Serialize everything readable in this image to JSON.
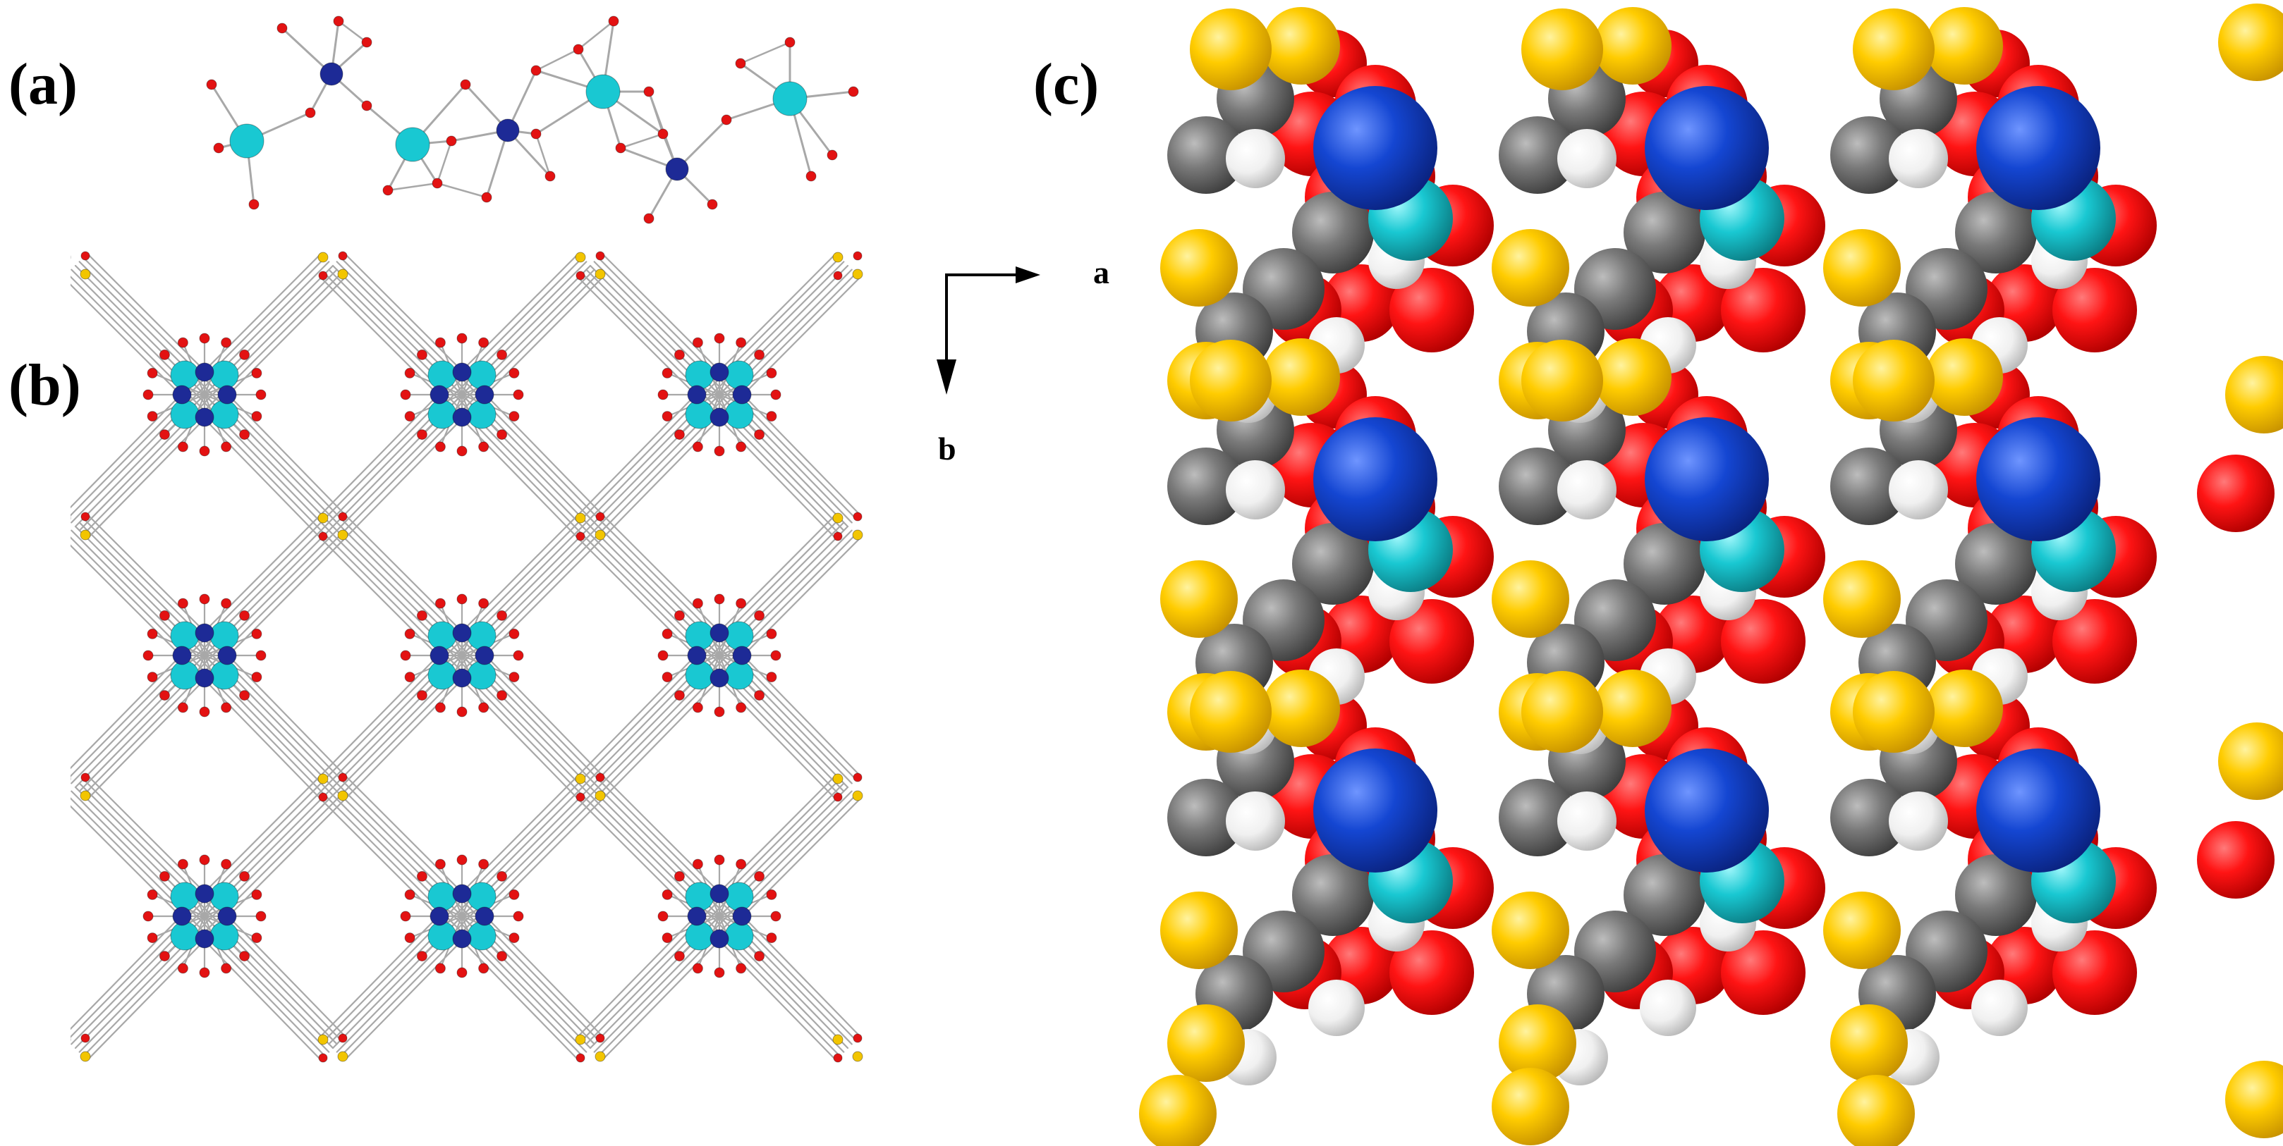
{
  "panels": {
    "a": {
      "label": "(a)"
    },
    "b": {
      "label": "(b)"
    },
    "c": {
      "label": "(c)"
    }
  },
  "axes": {
    "a_label": "a",
    "b_label": "b"
  },
  "colors": {
    "metal_cyan": "#19c8d2",
    "metal_blue": "#1d2a96",
    "oxygen": "#e31212",
    "sulfur": "#f2c500",
    "carbon": "#6f6f6f",
    "hydrogen": "#f0f0f0",
    "bond": "#a8a8a8",
    "big_blue": "#1446d2"
  }
}
